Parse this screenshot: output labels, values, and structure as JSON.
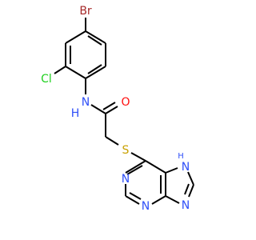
{
  "colors": {
    "bond": "#000000",
    "N": "#3050f8",
    "O": "#ff0d0d",
    "S": "#c8a000",
    "Cl": "#1fd01f",
    "Br": "#a62929",
    "background": "#ffffff"
  },
  "molecule": {
    "labels": {
      "br": "Br",
      "cl": "Cl",
      "amide_nh": "N",
      "amide_h": "H",
      "carbonyl_o": "O",
      "thioether_s": "S",
      "n1": "N",
      "n3": "N",
      "n9": "N",
      "n7": "N",
      "n7_h": "H"
    }
  }
}
